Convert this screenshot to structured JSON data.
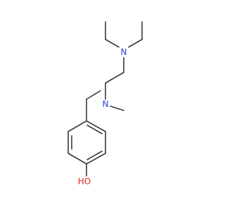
{
  "molecule": {
    "atoms": {
      "amine_n_top": {
        "element": "N",
        "label": "N",
        "color": "#2a3fd6"
      },
      "amine_n_mid": {
        "element": "N",
        "label": "N",
        "color": "#2a3fd6"
      },
      "hydroxyl": {
        "element": "O",
        "label": "HO",
        "color": "#e8261a"
      }
    },
    "colors": {
      "bond": "#3a3a3a",
      "nitrogen": "#2a3fd6",
      "oxygen": "#e8261a",
      "background": "#ffffff"
    }
  }
}
